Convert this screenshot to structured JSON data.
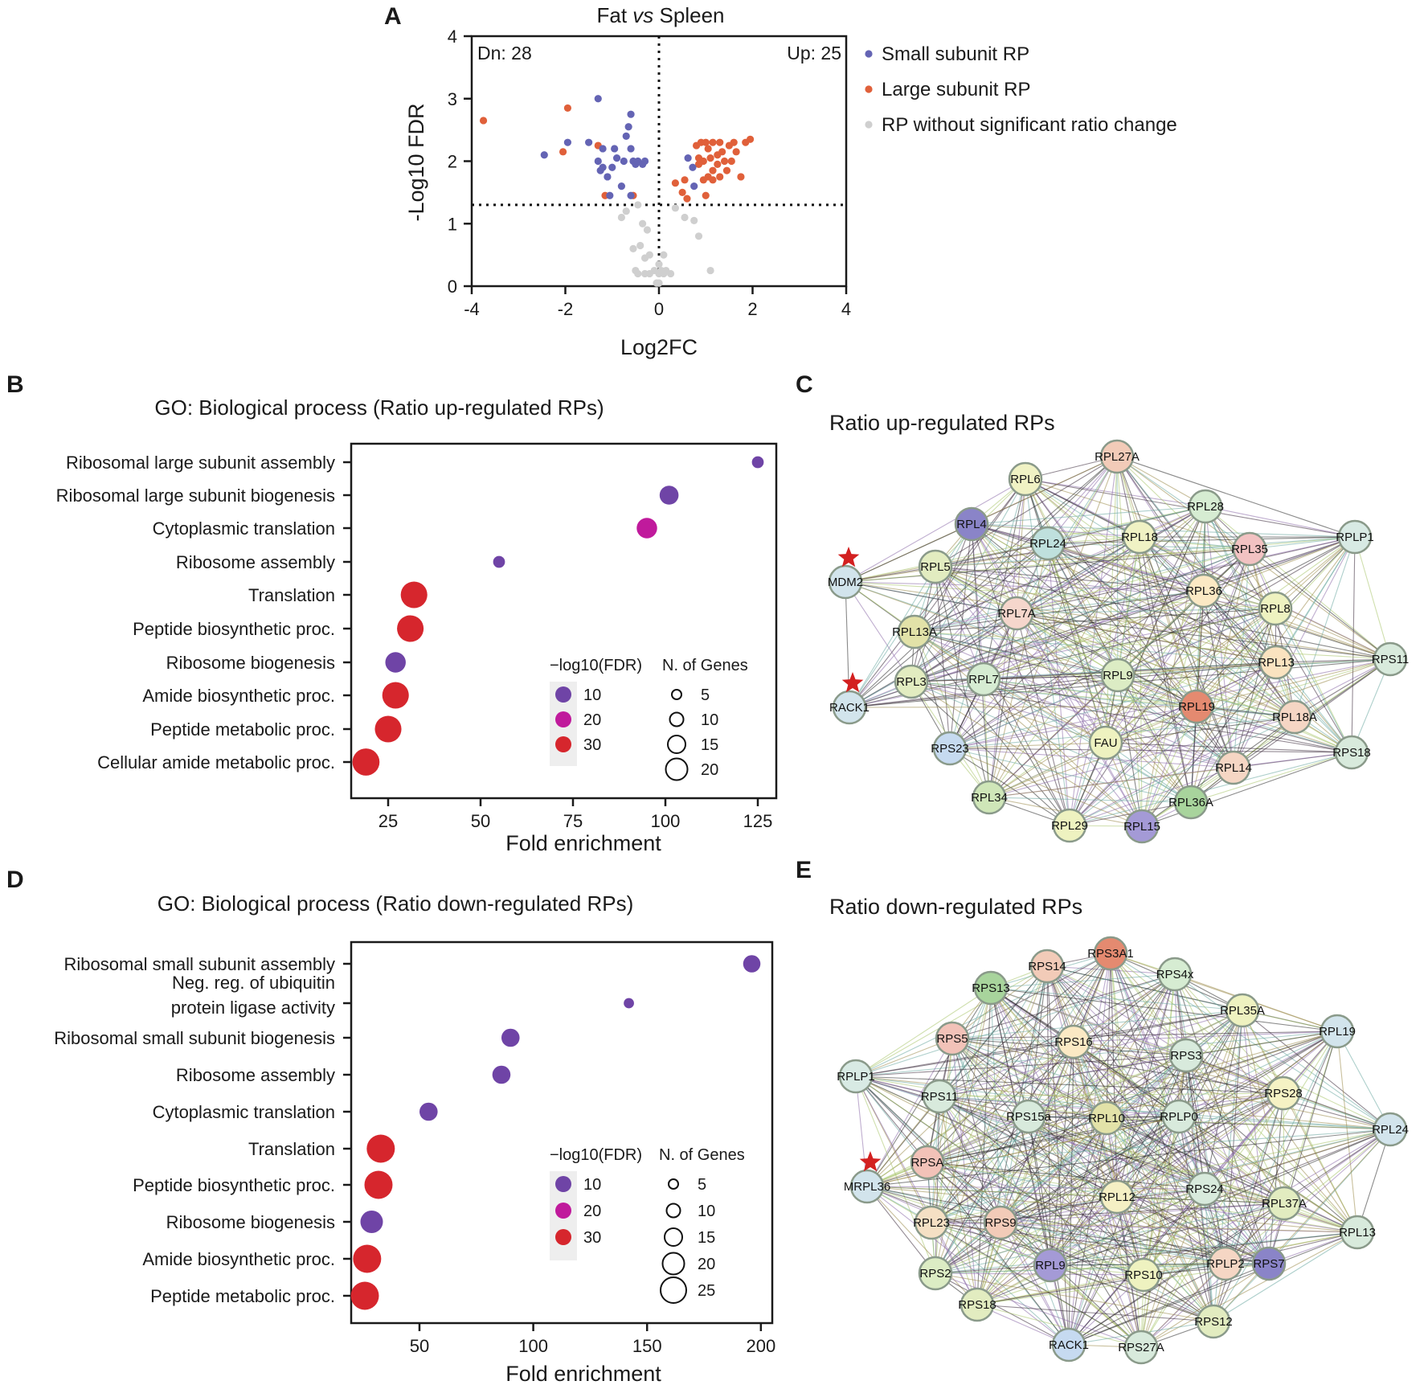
{
  "chart_data": [
    {
      "panel": "A",
      "type": "scatter",
      "title_prefix": "Fat",
      "title_italic": "vs",
      "title_suffix": "Spleen",
      "xlabel": "Log2FC",
      "ylabel": "-Log10 FDR",
      "xlim": [
        -4,
        4
      ],
      "ylim": [
        0,
        4
      ],
      "xticks": [
        "-4",
        "-2",
        "0",
        "2",
        "4"
      ],
      "yticks": [
        "0",
        "1",
        "2",
        "3",
        "4"
      ],
      "fdr_threshold": 1.3,
      "annotation_down": "Dn: 28",
      "annotation_up": "Up: 25",
      "legend": "right",
      "series": [
        {
          "name": "Small subunit RP",
          "color": "#6464b4",
          "points": [
            [
              -2.45,
              2.1
            ],
            [
              -1.95,
              2.3
            ],
            [
              -1.3,
              3.0
            ],
            [
              -1.5,
              2.3
            ],
            [
              -1.2,
              2.2
            ],
            [
              -1.3,
              2.0
            ],
            [
              -1.2,
              1.9
            ],
            [
              -0.95,
              2.2
            ],
            [
              -0.9,
              2.05
            ],
            [
              -0.75,
              2.0
            ],
            [
              -0.7,
              2.4
            ],
            [
              -0.6,
              2.2
            ],
            [
              -0.55,
              2.0
            ],
            [
              -0.5,
              1.95
            ],
            [
              -0.45,
              2.0
            ],
            [
              -0.35,
              1.95
            ],
            [
              -0.3,
              2.0
            ],
            [
              -1.1,
              1.75
            ],
            [
              -1.05,
              1.45
            ],
            [
              -0.8,
              1.6
            ],
            [
              -0.6,
              1.45
            ],
            [
              -0.6,
              2.75
            ],
            [
              -0.65,
              2.55
            ],
            [
              -1.0,
              1.9
            ],
            [
              0.62,
              2.05
            ],
            [
              0.75,
              1.6
            ],
            [
              0.72,
              1.9
            ],
            [
              -1.25,
              1.85
            ]
          ]
        },
        {
          "name": "Large subunit RP",
          "color": "#e0603a",
          "points": [
            [
              -3.75,
              2.65
            ],
            [
              -1.95,
              2.85
            ],
            [
              -2.05,
              2.15
            ],
            [
              -1.3,
              2.25
            ],
            [
              -1.15,
              1.45
            ],
            [
              -0.55,
              1.45
            ],
            [
              0.35,
              1.65
            ],
            [
              0.55,
              1.7
            ],
            [
              0.6,
              1.4
            ],
            [
              0.8,
              2.25
            ],
            [
              0.85,
              1.95
            ],
            [
              0.9,
              2.3
            ],
            [
              1.05,
              2.2
            ],
            [
              1.15,
              2.3
            ],
            [
              1.25,
              2.1
            ],
            [
              1.3,
              2.3
            ],
            [
              1.4,
              2.0
            ],
            [
              1.15,
              1.85
            ],
            [
              1.05,
              1.75
            ],
            [
              0.95,
              1.7
            ],
            [
              1.0,
              1.45
            ],
            [
              1.15,
              1.7
            ],
            [
              1.3,
              1.75
            ],
            [
              1.55,
              2.0
            ],
            [
              1.65,
              2.15
            ],
            [
              1.75,
              1.75
            ],
            [
              1.85,
              2.3
            ],
            [
              1.95,
              2.35
            ],
            [
              1.25,
              1.95
            ],
            [
              1.45,
              1.85
            ],
            [
              1.6,
              2.3
            ],
            [
              0.85,
              2.05
            ],
            [
              1.35,
              2.15
            ],
            [
              0.95,
              2.0
            ],
            [
              1.1,
              2.05
            ],
            [
              1.5,
              2.25
            ],
            [
              0.5,
              1.5
            ],
            [
              1.0,
              2.3
            ]
          ]
        },
        {
          "name": "RP without significant ratio change",
          "color": "#cfcfcf",
          "points": [
            [
              -0.8,
              1.1
            ],
            [
              -0.7,
              1.2
            ],
            [
              -0.45,
              1.3
            ],
            [
              -0.35,
              1.0
            ],
            [
              -0.25,
              0.9
            ],
            [
              -0.55,
              0.6
            ],
            [
              -0.4,
              0.65
            ],
            [
              -0.3,
              0.45
            ],
            [
              -0.2,
              0.5
            ],
            [
              -0.1,
              0.25
            ],
            [
              -0.5,
              0.25
            ],
            [
              -0.3,
              0.2
            ],
            [
              -0.2,
              0.2
            ],
            [
              0.0,
              0.2
            ],
            [
              0.05,
              0.25
            ],
            [
              0.1,
              0.2
            ],
            [
              0.15,
              0.25
            ],
            [
              0.25,
              0.2
            ],
            [
              0.0,
              0.35
            ],
            [
              0.1,
              0.5
            ],
            [
              -0.05,
              0.05
            ],
            [
              0.0,
              0.05
            ],
            [
              0.35,
              1.25
            ],
            [
              0.55,
              1.1
            ],
            [
              0.75,
              1.05
            ],
            [
              0.85,
              0.8
            ],
            [
              1.1,
              0.25
            ],
            [
              -0.45,
              0.2
            ]
          ]
        }
      ]
    },
    {
      "panel": "B",
      "type": "scatter",
      "title": "GO: Biological process (Ratio up-regulated RPs)",
      "xlabel": "Fold enrichment",
      "xlim": [
        15,
        130
      ],
      "xticks": [
        25,
        50,
        75,
        100,
        125
      ],
      "categories": [
        "Ribosomal large subunit assembly",
        "Ribosomal large subunit biogenesis",
        "Cytoplasmic translation",
        "Ribosome assembly",
        "Translation",
        "Peptide biosynthetic proc.",
        "Ribosome biogenesis",
        "Amide biosynthetic proc.",
        "Peptide metabolic proc.",
        "Cellular amide metabolic proc."
      ],
      "fold_enrichment": [
        125,
        101,
        95,
        55,
        32,
        31,
        27,
        27,
        25,
        19
      ],
      "n_genes": [
        3,
        10,
        12,
        3,
        22,
        22,
        12,
        22,
        22,
        23
      ],
      "neg_log10_fdr": [
        3,
        12,
        18,
        3,
        33,
        33,
        10,
        32,
        32,
        32
      ],
      "color_legend_title": "−log10(FDR)",
      "color_legend": [
        {
          "label": "10",
          "color": "#6f44a6"
        },
        {
          "label": "20",
          "color": "#c01a9c"
        },
        {
          "label": "30",
          "color": "#d6262d"
        }
      ],
      "size_legend_title": "N. of Genes",
      "size_legend": [
        "5",
        "10",
        "15",
        "20"
      ]
    },
    {
      "panel": "D",
      "type": "scatter",
      "title": "GO: Biological process (Ratio down-regulated RPs)",
      "xlabel": "Fold enrichment",
      "xlim": [
        20,
        205
      ],
      "xticks": [
        50,
        100,
        150,
        200
      ],
      "categories": [
        "Ribosomal small subunit assembly",
        "Neg. reg. of ubiquitin|protein ligase activity",
        "Ribosomal small subunit biogenesis",
        "Ribosome assembly",
        "Cytoplasmic translation",
        "Translation",
        "Peptide biosynthetic proc.",
        "Ribosome biogenesis",
        "Amide biosynthetic proc.",
        "Peptide metabolic proc."
      ],
      "fold_enrichment": [
        196,
        142,
        90,
        86,
        54,
        33,
        32,
        29,
        27,
        26
      ],
      "n_genes": [
        8,
        2,
        9,
        9,
        9,
        25,
        25,
        15,
        25,
        25
      ],
      "neg_log10_fdr": [
        10,
        3,
        11,
        11,
        11,
        32,
        32,
        12,
        32,
        32
      ],
      "color_legend_title": "−log10(FDR)",
      "color_legend": [
        {
          "label": "10",
          "color": "#6f44a6"
        },
        {
          "label": "20",
          "color": "#c01a9c"
        },
        {
          "label": "30",
          "color": "#d6262d"
        }
      ],
      "size_legend_title": "N. of Genes",
      "size_legend": [
        "5",
        "10",
        "15",
        "20",
        "25"
      ]
    }
  ],
  "panels": {
    "a": "A",
    "b": "B",
    "c": "C",
    "d": "D",
    "e": "E"
  },
  "networks": [
    {
      "panel": "C",
      "title": "Ratio up-regulated RPs",
      "starred": [
        "MDM2",
        "RACK1"
      ],
      "nodes": [
        {
          "label": "RPL6",
          "color": "#f0f2c4"
        },
        {
          "label": "RPL27A",
          "color": "#f2cbb8"
        },
        {
          "label": "RPL28",
          "color": "#d6ecd2"
        },
        {
          "label": "RPL4",
          "color": "#8a84c8"
        },
        {
          "label": "RPL24",
          "color": "#bfe0dd"
        },
        {
          "label": "RPL18",
          "color": "#f0f2c4"
        },
        {
          "label": "RPL35",
          "color": "#f2c2c2"
        },
        {
          "label": "RPLP1",
          "color": "#d8eae4"
        },
        {
          "label": "MDM2",
          "color": "#d2e4ec"
        },
        {
          "label": "RPL5",
          "color": "#e2ecc0"
        },
        {
          "label": "RPL36",
          "color": "#fbe9c4"
        },
        {
          "label": "RPL8",
          "color": "#eef2c0"
        },
        {
          "label": "RPL7A",
          "color": "#f5d6cc"
        },
        {
          "label": "RPL13A",
          "color": "#e2e2a8"
        },
        {
          "label": "RPS11",
          "color": "#d8eadc"
        },
        {
          "label": "RPL13",
          "color": "#fae3c0"
        },
        {
          "label": "RPL3",
          "color": "#e2ecc0"
        },
        {
          "label": "RPL7",
          "color": "#d6ecd2"
        },
        {
          "label": "RPL9",
          "color": "#dcecc4"
        },
        {
          "label": "RACK1",
          "color": "#d2e4ec"
        },
        {
          "label": "RPL19",
          "color": "#e48a70"
        },
        {
          "label": "RPL18A",
          "color": "#f5d6c4"
        },
        {
          "label": "RPS23",
          "color": "#c6daf0"
        },
        {
          "label": "FAU",
          "color": "#eef2c0"
        },
        {
          "label": "RPS18",
          "color": "#d8eadc"
        },
        {
          "label": "RPL14",
          "color": "#f5d6c4"
        },
        {
          "label": "RPL34",
          "color": "#cfe6b8"
        },
        {
          "label": "RPL36A",
          "color": "#a8d49c"
        },
        {
          "label": "RPL29",
          "color": "#eef2c0"
        },
        {
          "label": "RPL15",
          "color": "#a49ad6"
        }
      ]
    },
    {
      "panel": "E",
      "title": "Ratio down-regulated RPs",
      "starred": [
        "MRPL36"
      ],
      "nodes": [
        {
          "label": "RPS14",
          "color": "#f2cbb8"
        },
        {
          "label": "RPS3A1",
          "color": "#e48a70"
        },
        {
          "label": "RPS4x",
          "color": "#d6ecd2"
        },
        {
          "label": "RPS13",
          "color": "#a8d49c"
        },
        {
          "label": "RPL35A",
          "color": "#eef2c0"
        },
        {
          "label": "RPL19",
          "color": "#d2e4ec"
        },
        {
          "label": "RPS5",
          "color": "#f2c2b8"
        },
        {
          "label": "RPS16",
          "color": "#fbe9c4"
        },
        {
          "label": "RPS3",
          "color": "#d8eadc"
        },
        {
          "label": "RPLP1",
          "color": "#d8eae4"
        },
        {
          "label": "RPS11",
          "color": "#d8eadc"
        },
        {
          "label": "RPS15a",
          "color": "#d8eadc"
        },
        {
          "label": "RPL10",
          "color": "#e2e2a8"
        },
        {
          "label": "RPLP0",
          "color": "#d8eadc"
        },
        {
          "label": "RPS28",
          "color": "#f5f2c4"
        },
        {
          "label": "RPL24",
          "color": "#d2e4ec"
        },
        {
          "label": "RPSA",
          "color": "#f2c2b8"
        },
        {
          "label": "MRPL36",
          "color": "#d2e4ec"
        },
        {
          "label": "RPL12",
          "color": "#f5f0c4"
        },
        {
          "label": "RPS24",
          "color": "#d8eadc"
        },
        {
          "label": "RPL37A",
          "color": "#e2ecc0"
        },
        {
          "label": "RPL23",
          "color": "#f5e0c4"
        },
        {
          "label": "RPS9",
          "color": "#f2cbb8"
        },
        {
          "label": "RPL13",
          "color": "#d8eadc"
        },
        {
          "label": "RPS2",
          "color": "#dcecc4"
        },
        {
          "label": "RPL9",
          "color": "#a49ad6"
        },
        {
          "label": "RPS10",
          "color": "#eef2c0"
        },
        {
          "label": "RPLP2",
          "color": "#f5d6c4"
        },
        {
          "label": "RPS7",
          "color": "#8a84c8"
        },
        {
          "label": "RPS18",
          "color": "#e2ecc0"
        },
        {
          "label": "RPS12",
          "color": "#e2ecc0"
        },
        {
          "label": "RACK1",
          "color": "#c6daf0"
        },
        {
          "label": "RPS27A",
          "color": "#d8eadc"
        }
      ]
    }
  ]
}
